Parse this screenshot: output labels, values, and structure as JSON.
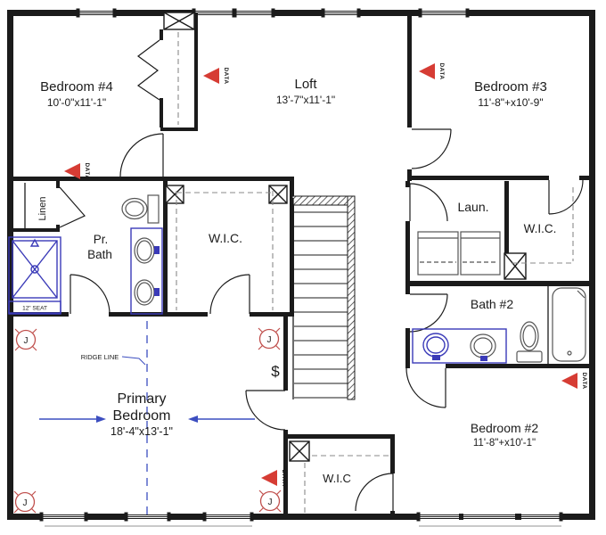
{
  "rooms": {
    "bedroom4": {
      "name": "Bedroom #4",
      "dims": "10'-0\"x11'-1\""
    },
    "loft": {
      "name": "Loft",
      "dims": "13'-7\"x11'-1\""
    },
    "bedroom3": {
      "name": "Bedroom #3",
      "dims": "11'-8\"+x10'-9\""
    },
    "linen": {
      "name": "Linen"
    },
    "pr_bath": {
      "name_line1": "Pr.",
      "name_line2": "Bath"
    },
    "wic_primary": {
      "name": "W.I.C."
    },
    "laundry": {
      "name": "Laun."
    },
    "wic_hall": {
      "name": "W.I.C."
    },
    "bath2": {
      "name": "Bath #2"
    },
    "primary_bedroom": {
      "name_line1": "Primary",
      "name_line2": "Bedroom",
      "dims": "18'-4\"x13'-1\""
    },
    "wic_bedroom2": {
      "name": "W.I.C"
    },
    "bedroom2": {
      "name": "Bedroom #2",
      "dims": "11'-8\"+x10'-1\""
    }
  },
  "annotations": {
    "ridge_line": "RIDGE LINE",
    "shower_seat": "12\" SEAT",
    "data_marker": "DATA",
    "junction_box": "J",
    "switch": "$"
  },
  "colors": {
    "marker_red": "#d63c34",
    "fixture_blue": "#3a3ab8",
    "annotation_blue": "#3c4ec0",
    "wall_black": "#1b1b1b"
  }
}
